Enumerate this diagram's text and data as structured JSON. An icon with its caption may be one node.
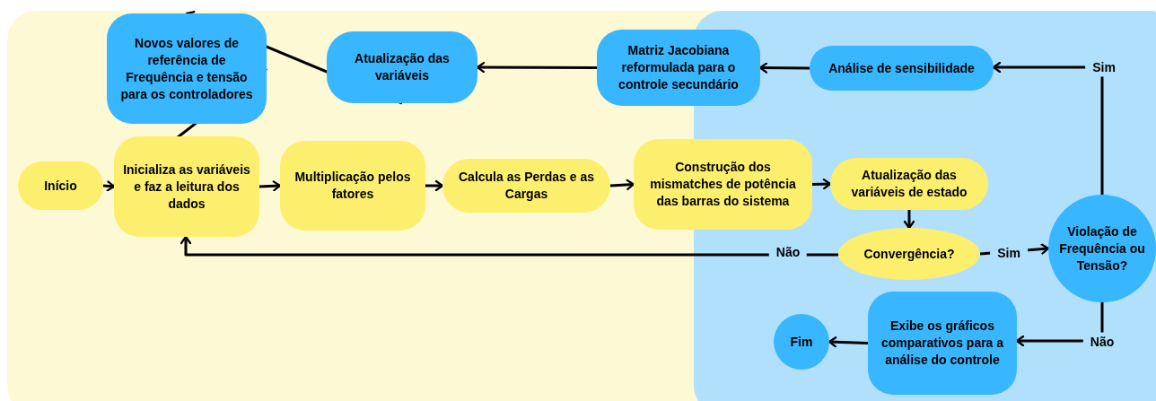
{
  "diagram": {
    "nodes": [
      {
        "text": [
          "Início"
        ]
      },
      {
        "text": [
          "Inicializa as variáveis e faz a leitura dos dados"
        ]
      },
      {
        "text": [
          "Multiplicação pelos fatores"
        ]
      },
      {
        "text": [
          "Calcula as Perdas e as Cargas"
        ]
      },
      {
        "text": [
          "Construção dos mismatches de potência das barras do sistema"
        ]
      },
      {
        "text": [
          "Atualização das variáveis de estado"
        ]
      },
      {
        "text": [
          "Convergência?"
        ]
      },
      {
        "text": [
          "Violação de Frequência ou Tensão?"
        ]
      },
      {
        "text": [
          "Exibe os gráficos comparativos para a análise do controle"
        ]
      },
      {
        "text": [
          "Fim"
        ]
      },
      {
        "text": [
          "Análise de sensibilidade"
        ]
      },
      {
        "text": [
          "Matriz Jacobiana reformulada para o controle secundário"
        ]
      },
      {
        "text": [
          "Atualização das variáveis"
        ]
      },
      {
        "text": [
          "Novos valores de referência de Frequência e tensão para os controladores"
        ]
      }
    ],
    "edges": [
      {
        "from": 0,
        "to": 1,
        "arrow": "to"
      },
      {
        "from": 1,
        "to": 2,
        "arrow": "to"
      },
      {
        "from": 2,
        "to": 3,
        "arrow": "to"
      },
      {
        "from": 3,
        "to": 4,
        "arrow": "to"
      },
      {
        "from": 4,
        "to": 5,
        "arrow": "to"
      },
      {
        "from": 5,
        "to": 6,
        "arrow": "to"
      },
      {
        "from": 6,
        "to": 1,
        "arrow": "to",
        "label": "Não"
      },
      {
        "from": 6,
        "to": 7,
        "arrow": "to",
        "label": "Sim"
      },
      {
        "from": 7,
        "to": 10,
        "arrow": "to",
        "label": "Sim"
      },
      {
        "from": 7,
        "to": 8,
        "arrow": "to",
        "label": "Não"
      },
      {
        "from": 8,
        "to": 9,
        "arrow": "to"
      },
      {
        "from": 10,
        "to": 11,
        "arrow": "to"
      },
      {
        "from": 11,
        "to": 12,
        "arrow": "to"
      },
      {
        "from": 12,
        "to": 13,
        "arrow": "to"
      },
      {
        "from": 13,
        "to": 1,
        "arrow": "to"
      }
    ]
  }
}
